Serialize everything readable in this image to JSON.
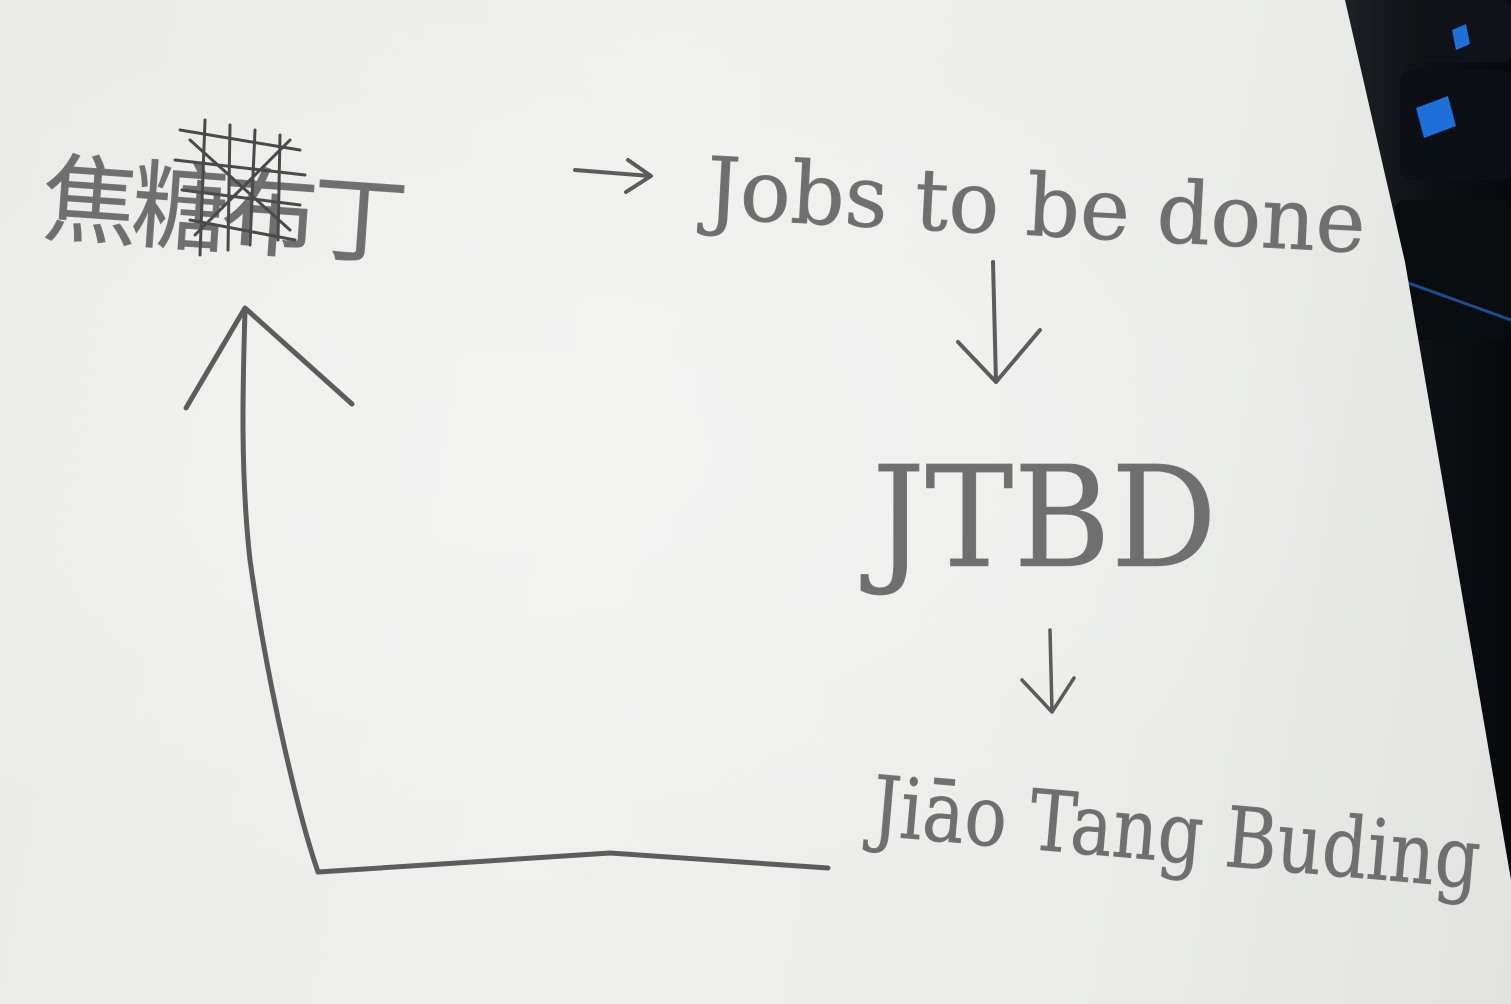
{
  "note": {
    "term_chinese": "焦糖布丁",
    "term_english": "Jobs to be done",
    "acronym": "JTBD",
    "pinyin": "Jiāo Tang Buding"
  },
  "colors": {
    "pencil": "#5c5c5c",
    "paper": "#ececea",
    "desk": "#0d1013",
    "keyboard_backlight": "#1e6fd9"
  }
}
